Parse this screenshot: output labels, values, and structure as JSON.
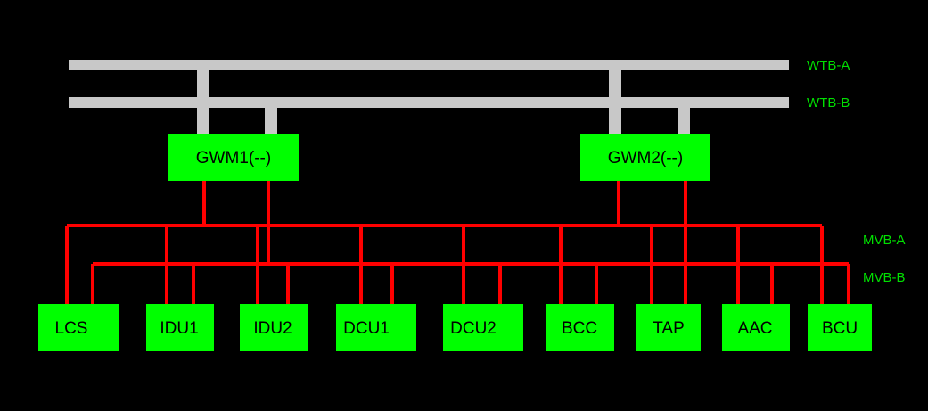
{
  "colors": {
    "background": "#000000",
    "wtb_bus": "#c8c8c8",
    "mvb_bus": "#ff0000",
    "device_fill": "#00ff00",
    "bus_label": "#00e000",
    "device_text": "#000000"
  },
  "bus_labels": {
    "wtb_a": "WTB-A",
    "wtb_b": "WTB-B",
    "mvb_a": "MVB-A",
    "mvb_b": "MVB-B"
  },
  "gateways": {
    "gwm1": "GWM1(--)",
    "gwm2": "GWM2(--)"
  },
  "devices": {
    "lcs": "LCS",
    "idu1": "IDU1",
    "idu2": "IDU2",
    "dcu1": "DCU1",
    "dcu2": "DCU2",
    "bcc": "BCC",
    "tap": "TAP",
    "aac": "AAC",
    "bcu": "BCU"
  }
}
